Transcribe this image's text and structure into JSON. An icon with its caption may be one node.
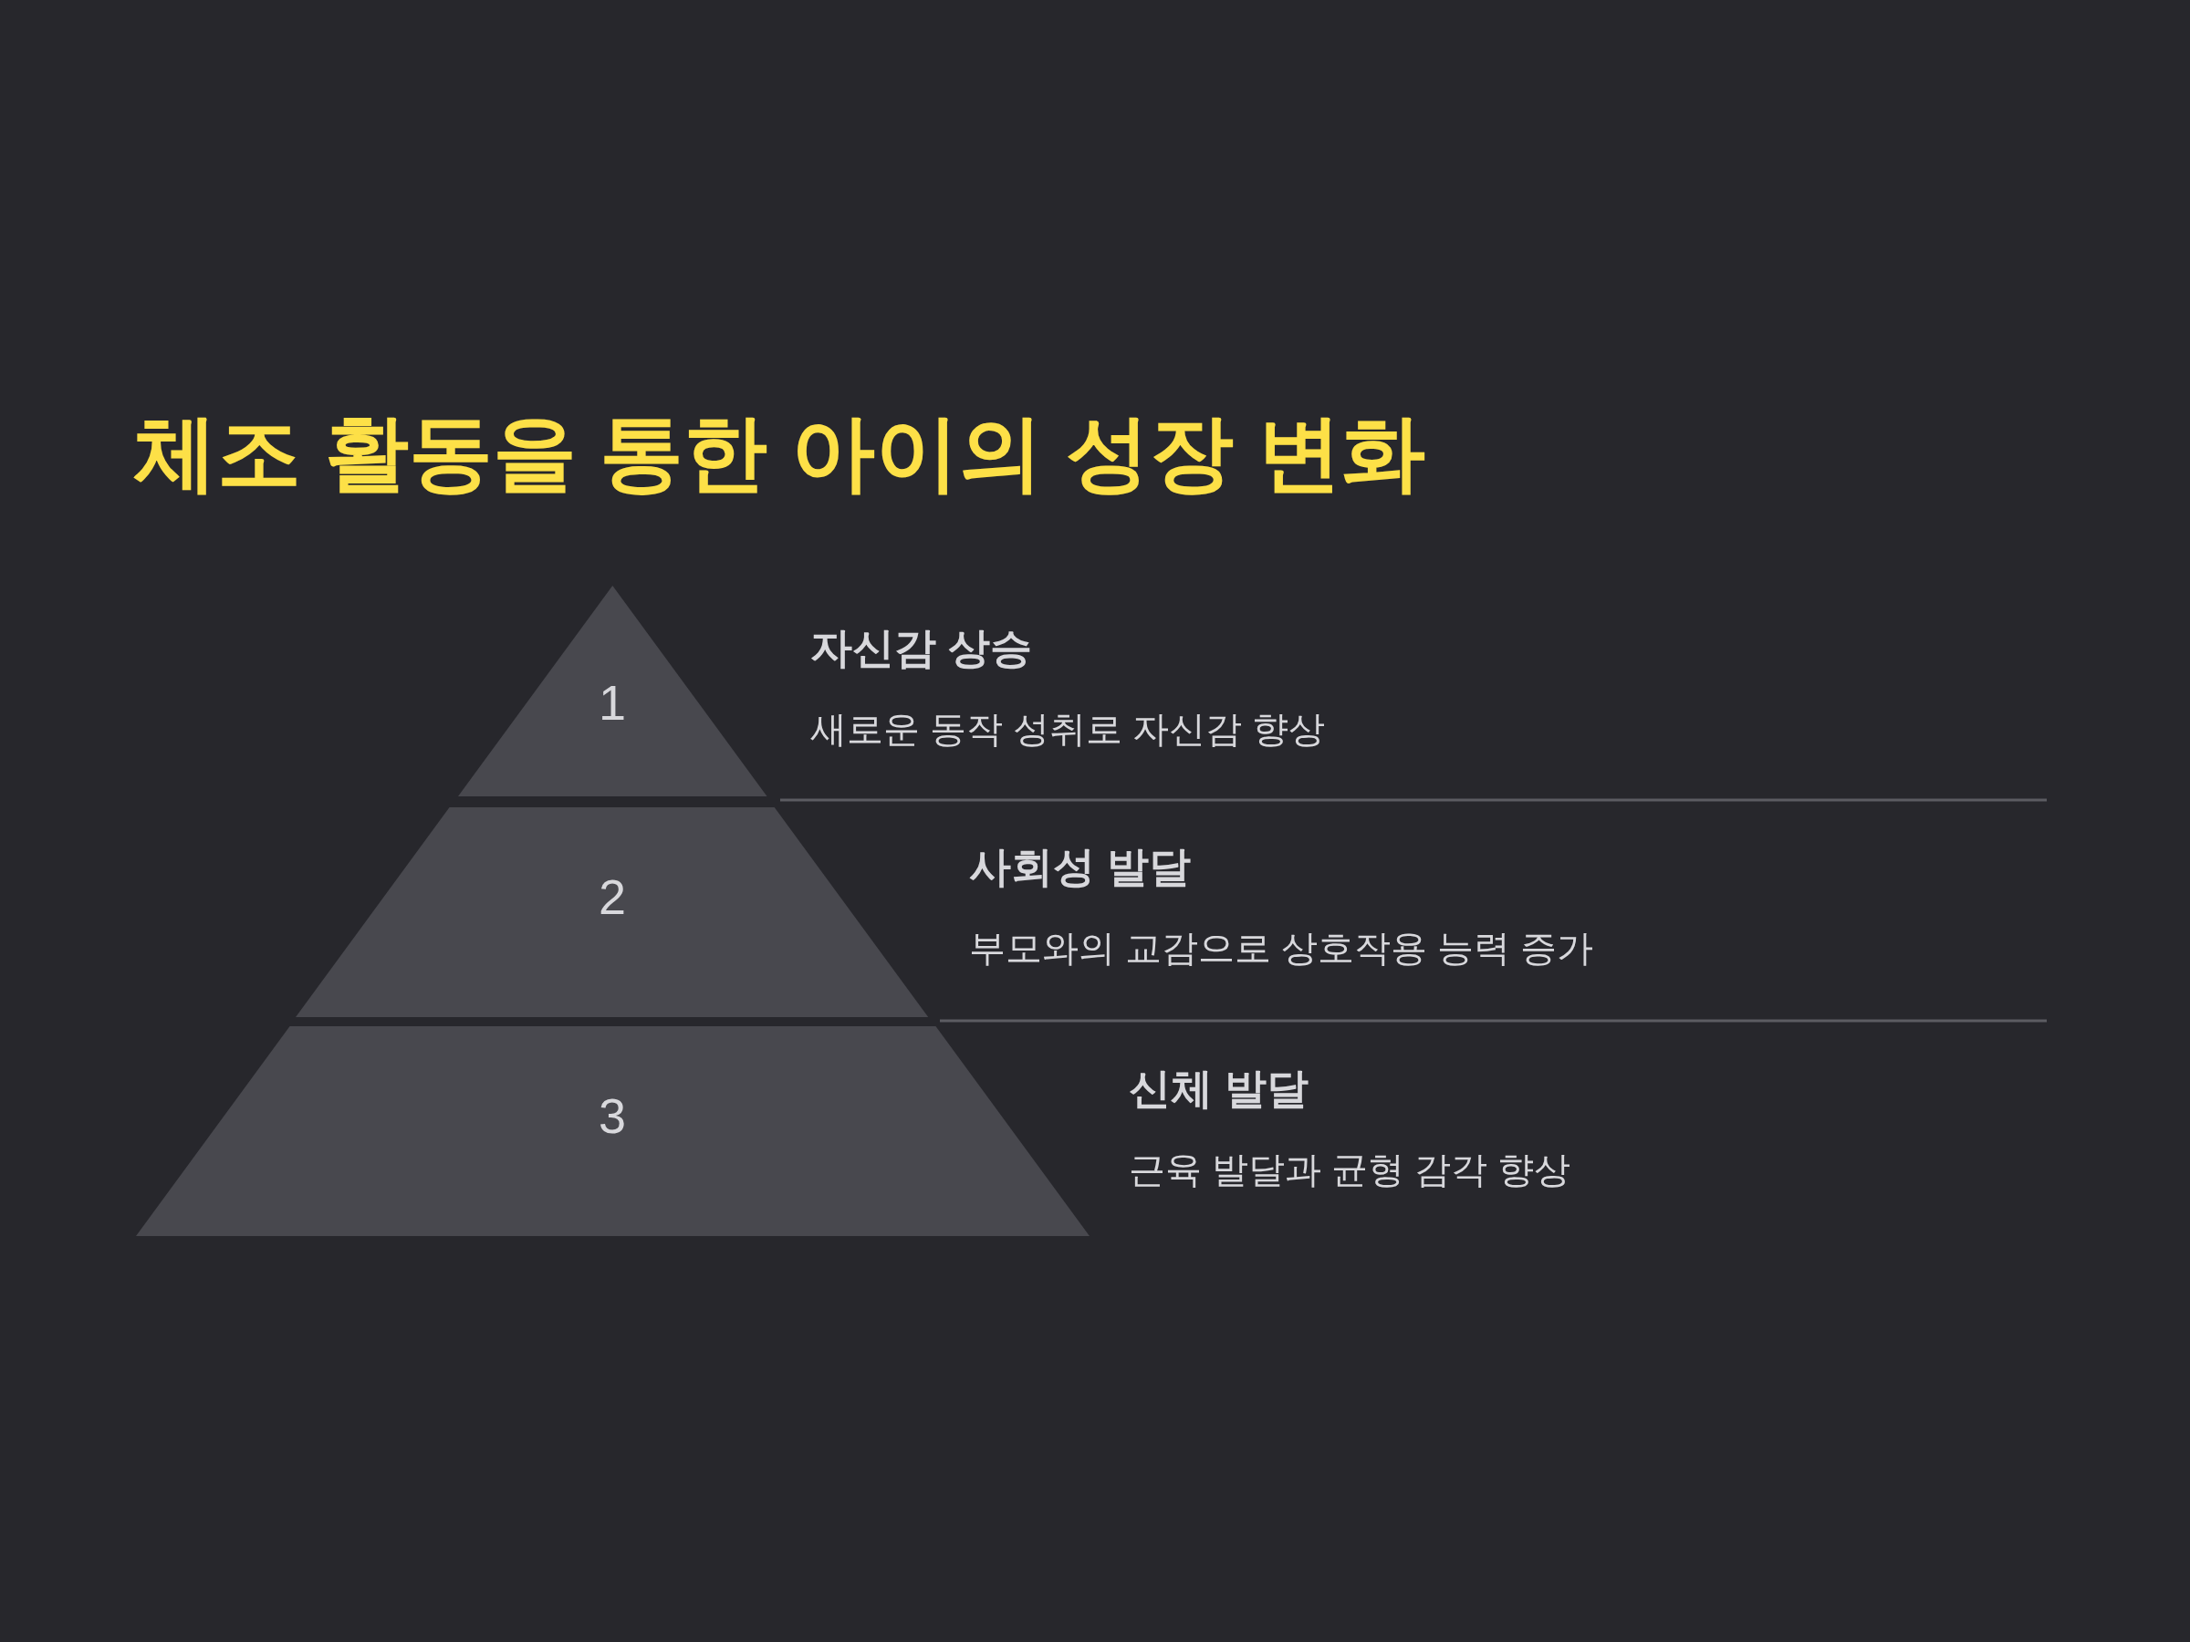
{
  "diagram": {
    "title": "체조 활동을 통한 아이의 성장 변화",
    "nodes": [
      {
        "text": [
          "1"
        ],
        "beside": [
          "자신감 상승",
          "새로운 동작 성취로 자신감 향상"
        ]
      },
      {
        "text": [
          "2"
        ],
        "beside": [
          "사회성 발달",
          "부모와의 교감으로 상호작용 능력 증가"
        ]
      },
      {
        "text": [
          "3"
        ],
        "beside": [
          "신체 발달",
          "근육 발달과 균형 감각 향상"
        ]
      }
    ]
  }
}
